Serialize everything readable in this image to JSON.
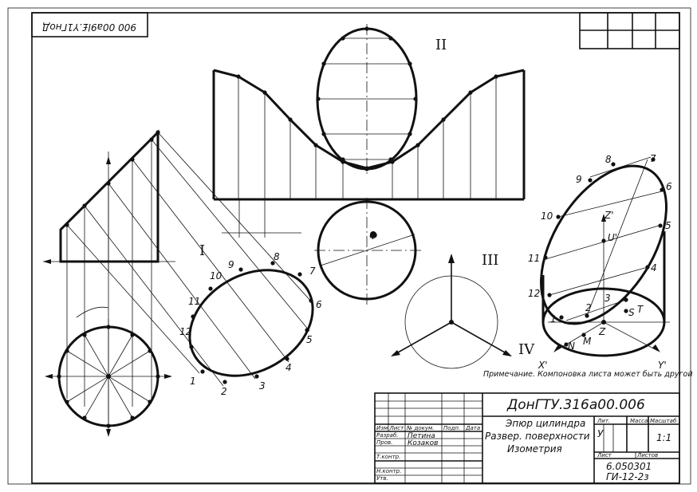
{
  "top_stamp": "900 00a9l£.Y1ГнoД",
  "roman": {
    "I": "I",
    "II": "II",
    "III": "III",
    "IV": "IV"
  },
  "ellipse_labels_front": [
    "1",
    "2",
    "3",
    "4",
    "5",
    "6",
    "7",
    "8",
    "9",
    "10",
    "11",
    "12"
  ],
  "ellipse_labels_iso": [
    "1",
    "2",
    "3",
    "4",
    "5",
    "6",
    "7",
    "8",
    "9",
    "10",
    "11",
    "12"
  ],
  "iso_letters": {
    "Z_prime": "Z'",
    "U_prime": "U'",
    "S": "S",
    "T": "T",
    "N": "N",
    "M": "M",
    "Z": "Z",
    "X_prime": "X'",
    "Y_prime": "Y'"
  },
  "center_symbol": "Ф",
  "note": "Примечание. Компоновка листа может быть другой",
  "title_block": {
    "designation": "ДонГТУ.316а00.006",
    "name_lines": [
      "Эпюр цилиндра",
      "Развер. поверхности",
      "Изометрия"
    ],
    "col_headers": [
      "Лит.",
      "Масса",
      "Масштаб"
    ],
    "lit": "У",
    "scale": "1:1",
    "sheet": "Лист",
    "sheets": "Листов",
    "group_line1": "6.050301",
    "group_line2": "ГИ-12-2з",
    "row_labels": [
      "Изм.Лист",
      "№ докум.",
      "Подп.",
      "Дата"
    ],
    "roles": [
      "Разраб.",
      "Пров.",
      "Т.контр.",
      "Н.контр.",
      "Утв."
    ],
    "names": [
      "Петина",
      "Козаков"
    ]
  }
}
